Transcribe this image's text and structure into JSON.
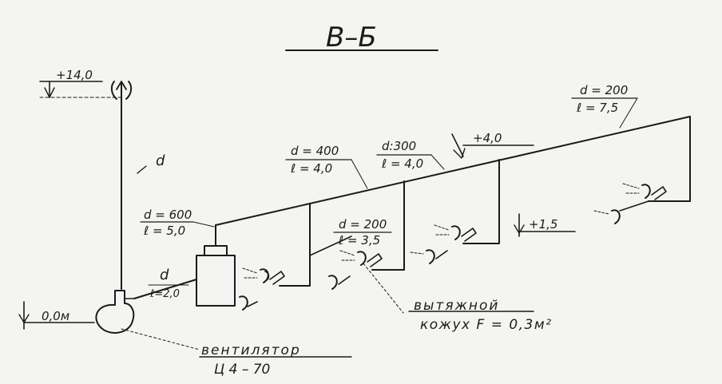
{
  "title": "В–Б",
  "levels": {
    "top": "+14,0",
    "mid": "+4,0",
    "low": "+1,5",
    "ground": "0,0м"
  },
  "riser_label": "d",
  "segments": {
    "d200_top": {
      "d": "d = 200",
      "l": "ℓ = 7,5"
    },
    "d300": {
      "d": "d:300",
      "l": "ℓ = 4,0"
    },
    "d400": {
      "d": "d = 400",
      "l": "ℓ = 4,0"
    },
    "d600": {
      "d": "d = 600",
      "l": "ℓ = 5,0"
    },
    "d200_branch": {
      "d": "d = 200",
      "l": "ℓ = 3,5"
    },
    "fan_duct": {
      "d": "d",
      "l": "ℓ=2,0"
    }
  },
  "hood_label": {
    "line1": "вытяжной",
    "line2": "кожух F = 0,3м²"
  },
  "fan_label": {
    "line1": "вентилятор",
    "line2": "Ц 4 – 70"
  }
}
